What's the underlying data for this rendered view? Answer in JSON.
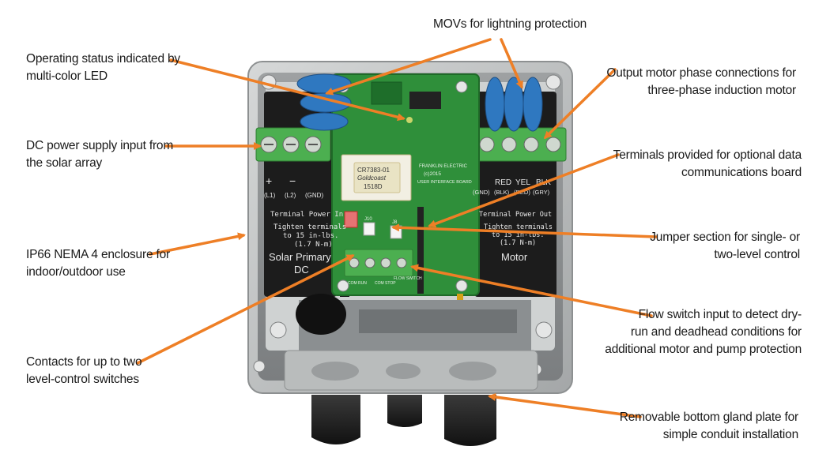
{
  "callouts": {
    "movs": "MOVs for lightning protection",
    "status_led": [
      "Operating status indicated by",
      "multi-color LED"
    ],
    "output_motor": [
      "Output motor phase connections for",
      "three-phase induction motor"
    ],
    "dc_input": [
      "DC power supply input from",
      "the solar array"
    ],
    "data_terminals": [
      "Terminals provided for optional data",
      "communications board"
    ],
    "enclosure": [
      "IP66 NEMA 4 enclosure for",
      "indoor/outdoor use"
    ],
    "jumper": [
      "Jumper section for single- or",
      "two-level control"
    ],
    "flow_switch": [
      "Flow switch input to detect dry-",
      "run and deadhead conditions for",
      "additional motor and pump protection"
    ],
    "contacts": [
      "Contacts for up to two",
      "level-control switches"
    ],
    "gland_plate": [
      "Removable bottom gland plate for",
      "simple conduit installation"
    ]
  },
  "device": {
    "left_panel": {
      "symbols": [
        "+",
        "−"
      ],
      "terminal_labels": [
        "(L1)",
        "(L2)",
        "(GND)"
      ],
      "title": "Terminal Power In",
      "torque": [
        "Tighten terminals",
        "to 15 in-lbs.",
        "(1.7 N-m)"
      ],
      "name": [
        "Solar Primary",
        "DC"
      ]
    },
    "right_panel": {
      "colors": [
        "RED",
        "YEL",
        "BLK"
      ],
      "terminal_labels": [
        "(GND)",
        "(BLK)",
        "(RED)",
        "(GRY)"
      ],
      "title": "Terminal Power Out",
      "torque": [
        "Tighten terminals",
        "to 15 in-lbs.",
        "(1.7 N-m)"
      ],
      "name": "Motor"
    },
    "board": {
      "maker": "FRANKLIN ELECTRIC",
      "year": "(c)2015",
      "board_name": "USER INTERFACE BOARD",
      "chip": [
        "CR7383-01",
        "Goldcoast",
        "1518D"
      ],
      "terminal_tags": [
        "COM RUN",
        "COM STOP",
        "FLOW SWITCH"
      ],
      "jumpers": [
        "J10",
        "J8"
      ]
    }
  },
  "colors": {
    "arrow": "#ee7f26",
    "board": "#2f8f3a",
    "terminal": "#4caf50",
    "mov": "#2f78c0",
    "housing": "#bdbfbf",
    "panel": "#1c1c1c"
  }
}
